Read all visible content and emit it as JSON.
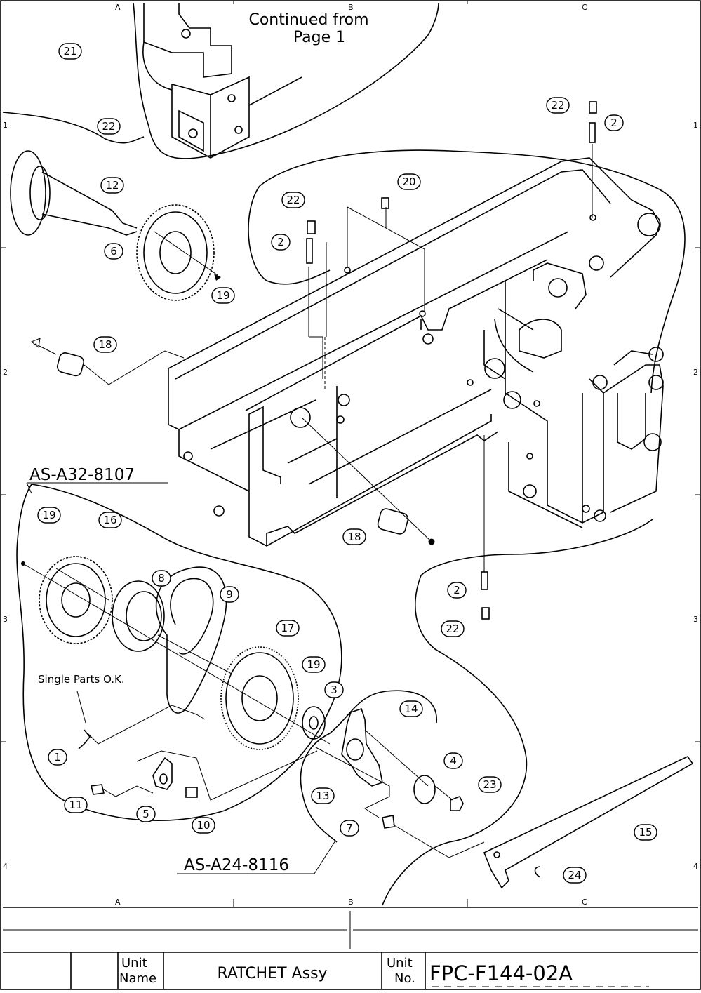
{
  "grid": {
    "columns_top": [
      "A",
      "B",
      "C"
    ],
    "columns_bottom": [
      "A",
      "B",
      "C"
    ],
    "rows_left": [
      "1",
      "2",
      "3",
      "4"
    ],
    "rows_right": [
      "1",
      "2",
      "3",
      "4"
    ]
  },
  "note_continued": {
    "line1": "Continued from",
    "line2": "Page 1"
  },
  "assembly_labels": {
    "upper": "AS-A32-8107",
    "lower": "AS-A24-8116"
  },
  "single_parts_note": "Single Parts O.K.",
  "callouts": [
    "21",
    "22",
    "22",
    "2",
    "12",
    "22",
    "20",
    "2",
    "6",
    "19",
    "18",
    "18",
    "2",
    "22",
    "19",
    "16",
    "8",
    "9",
    "17",
    "19",
    "3",
    "14",
    "1",
    "4",
    "23",
    "13",
    "11",
    "5",
    "10",
    "7",
    "15",
    "24"
  ],
  "title_block": {
    "unit_name_label_1": "Unit",
    "unit_name_label_2": "Name",
    "unit_name": "RATCHET Assy",
    "unit_no_label_1": "Unit",
    "unit_no_label_2": "No.",
    "unit_no": "FPC-F144-02A"
  }
}
